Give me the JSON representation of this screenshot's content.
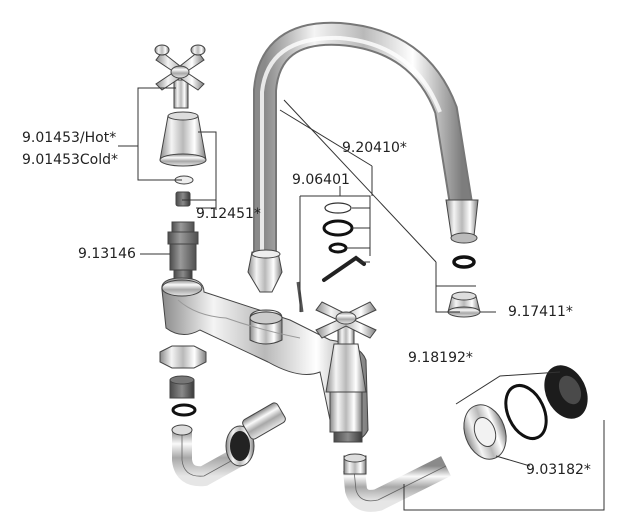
{
  "labels": {
    "handle_hot": "9.01453/Hot*",
    "handle_cold": "9.01453Cold*",
    "headwork_kit": "9.12451*",
    "cartridge": "9.13146",
    "seal_kit": "9.06401",
    "spout_kit": "9.20410*",
    "spout_aerator": "9.17411*",
    "washer_kit": "9.18192*",
    "tail_kit": "9.03182*"
  }
}
